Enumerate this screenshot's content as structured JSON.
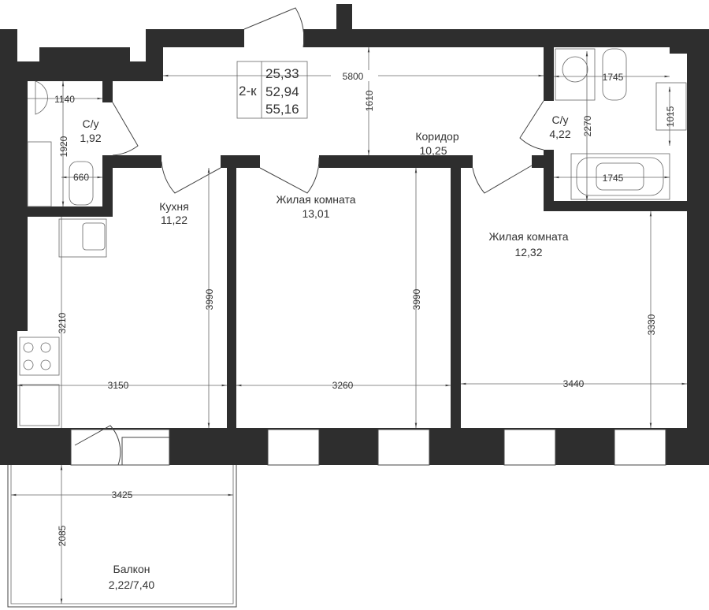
{
  "summary": {
    "type": "2-к",
    "living_area": "25,33",
    "total_area": "52,94",
    "total_with_balcony": "55,16"
  },
  "rooms": {
    "bath1": {
      "name": "С/у",
      "area": "1,92"
    },
    "bath2": {
      "name": "С/у",
      "area": "4,22"
    },
    "corridor": {
      "name": "Коридор",
      "area": "10,25"
    },
    "kitchen": {
      "name": "Кухня",
      "area": "11,22"
    },
    "living1": {
      "name": "Жилая комната",
      "area": "13,01"
    },
    "living2": {
      "name": "Жилая комната",
      "area": "12,32"
    },
    "balcony": {
      "name": "Балкон",
      "area": "2,22/7,40"
    }
  },
  "dimensions": {
    "corridor_width": "5800",
    "corridor_depth": "1610",
    "bath1_width": "1140",
    "bath1_depth": "1920",
    "toilet_width": "660",
    "bath2_top": "1745",
    "bath2_tub": "1745",
    "bath2_depth": "2270",
    "sink": "1015",
    "kitchen_width": "3150",
    "kitchen_depth": "3990",
    "kitchen_side": "3210",
    "living1_width": "3260",
    "living1_depth": "3990",
    "living2_width": "3440",
    "living2_depth": "3330",
    "balcony_width": "3425",
    "balcony_depth": "2085"
  }
}
